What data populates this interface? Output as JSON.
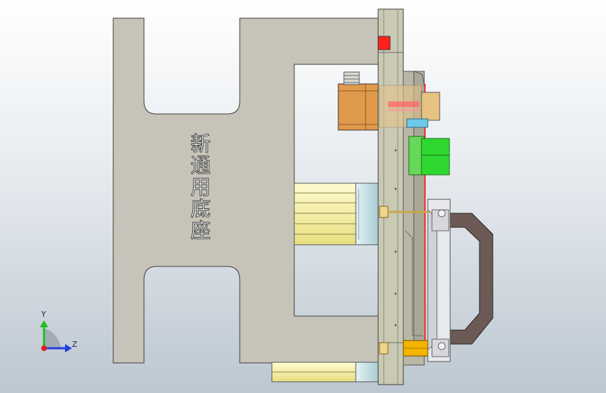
{
  "model": {
    "base_label": "新通用底座"
  },
  "triad": {
    "y_label": "Y",
    "z_label": "Z"
  },
  "colors": {
    "base_plate": "#c6c3b8",
    "plate_edge": "#55534d",
    "orange_block": "#e09a4c",
    "yellow_rod": "#fbf6a8",
    "red_marker": "#ff2020",
    "green_block": "#2fd82f",
    "handle": "#6b5a55",
    "cyan_sleeve": "#cfe9ee"
  },
  "icons": [
    "axis-triad-icon"
  ]
}
